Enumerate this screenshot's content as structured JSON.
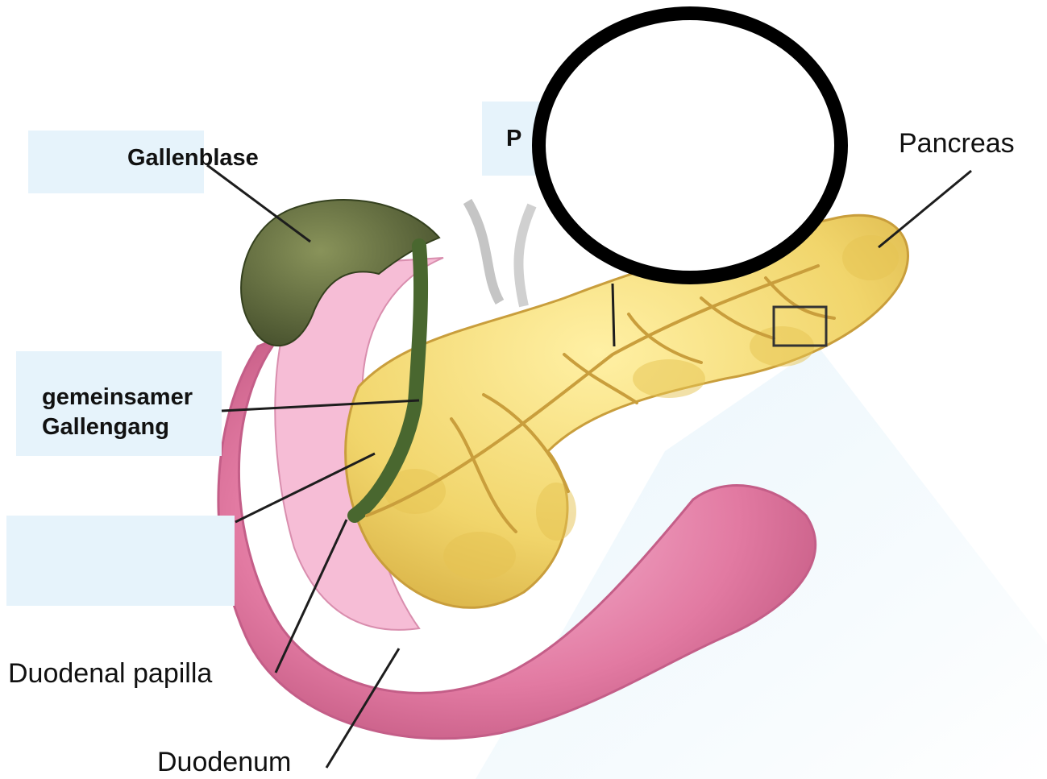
{
  "labels": {
    "gallbladder": "Gallenblase",
    "common_bile_duct_line1": "gemeinsamer",
    "common_bile_duct_line2": "Gallengang",
    "pancreas": "Pancreas",
    "duodenal_papilla": "Duodenal papilla",
    "duodenum": "Duodenum",
    "partial_hidden_label": "P"
  },
  "colors": {
    "label_box": "#e6f3fb",
    "gallbladder": "#58633a",
    "duodenum": "#e27aa2",
    "duodenum_inner": "#f3a7c8",
    "pancreas": "#f1d56b",
    "pancreas_edge": "#d9b244",
    "bile_duct": "#49672f",
    "leader_line": "#1d1d1d",
    "mask_border": "#000000"
  }
}
